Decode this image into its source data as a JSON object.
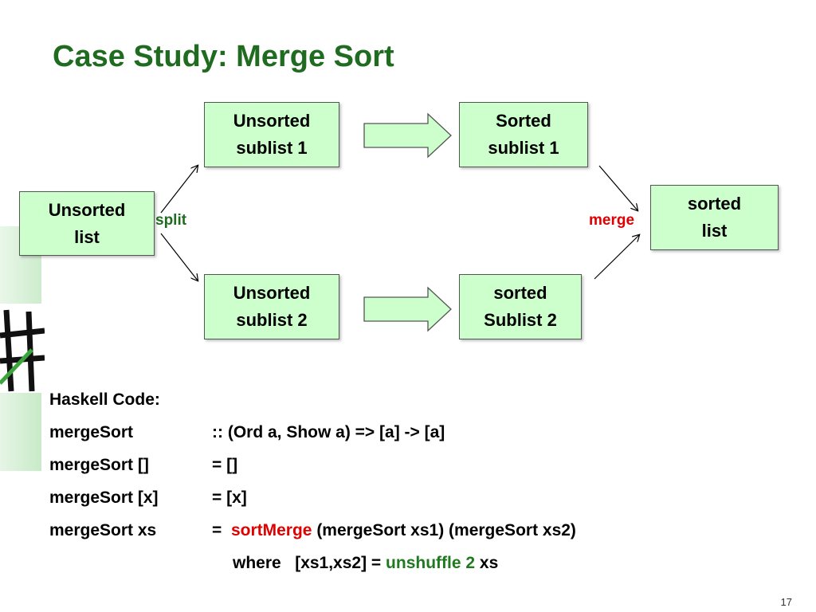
{
  "title": "Case Study: Merge Sort",
  "diagram": {
    "boxes": {
      "unsorted_list": "Unsorted\nlist",
      "unsorted_sublist_1": "Unsorted\nsublist 1",
      "unsorted_sublist_2": "Unsorted\nsublist 2",
      "sorted_sublist_1": "Sorted\nsublist 1",
      "sorted_sublist_2": "sorted\nSublist 2",
      "sorted_list": "sorted\nlist"
    },
    "split_label": "split",
    "merge_label": "merge",
    "colors": {
      "box_fill": "#ccffcc",
      "title": "#1f6b1f",
      "split": "#1f6b1f",
      "merge": "#e00000",
      "keyword_red": "#e00000",
      "keyword_green": "#1f7a1f"
    }
  },
  "code": {
    "heading": "Haskell Code:",
    "line1_left": "mergeSort",
    "line1_right": ":: (Ord a, Show a) => [a] -> [a]",
    "line2_left": "mergeSort []",
    "line2_right": "=  []",
    "line3_left": "mergeSort [x]",
    "line3_right": "=  [x]",
    "line4_left": "mergeSort xs",
    "line4_eq": "=",
    "line4_kw": "sortMerge",
    "line4_rest": "(mergeSort xs1)  (mergeSort xs2)",
    "line5_where": "where   [xs1,xs2] =",
    "line5_kw": "unshuffle 2",
    "line5_rest": "xs"
  },
  "page_number": "17"
}
